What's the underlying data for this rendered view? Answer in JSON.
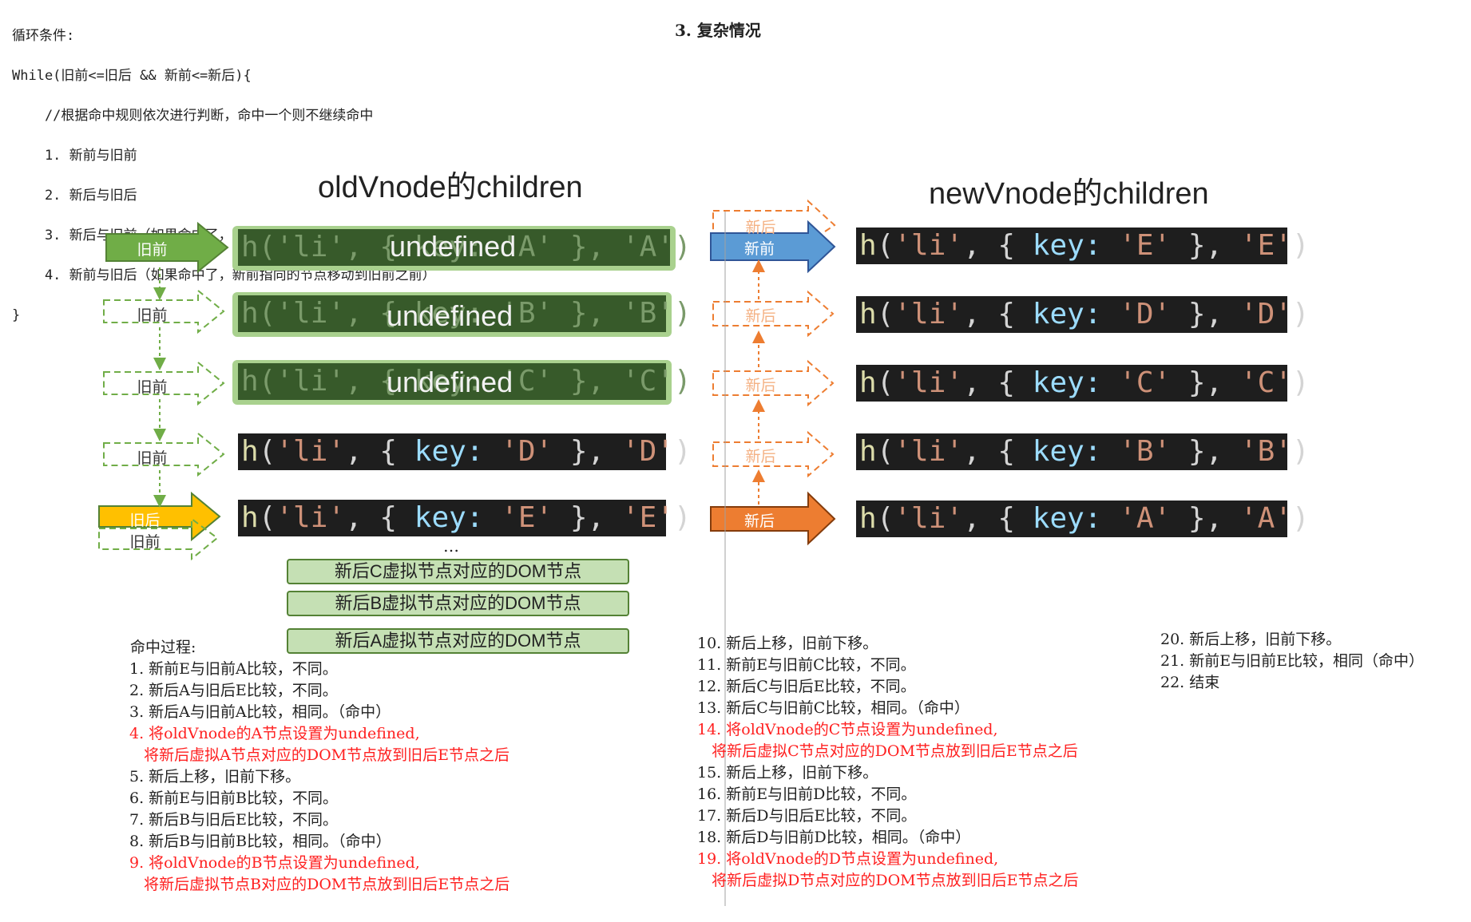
{
  "loop_code": {
    "line1": "循环条件:",
    "line2": "While(旧前<=旧后 && 新前<=新后){",
    "line3": "    //根据命中规则依次进行判断，命中一个则不继续命中",
    "line4": "    1. 新前与旧前",
    "line5": "    2. 新后与旧后",
    "line6": "    3. 新后与旧前（如果命中了，新后指向的节点移动到旧后之后）",
    "line7": "    4. 新前与旧后（如果命中了，新前指向的节点移动到旧前之前）",
    "line8": "}"
  },
  "section_heading": "3. 复杂情况",
  "old_title": "oldVnode的children",
  "new_title": "newVnode的children",
  "undefined_label": "undefined",
  "ellipsis": "…",
  "code_tokens": {
    "h": "h",
    "open": "(",
    "li": "'li'",
    "comma_brace": ", { ",
    "key": "key:",
    "close": " }, ",
    "end": ")"
  },
  "old_keys": [
    "'A'",
    "'B'",
    "'C'",
    "'D'",
    "'E'"
  ],
  "new_keys": [
    "'E'",
    "'D'",
    "'C'",
    "'B'",
    "'A'"
  ],
  "old_labels": {
    "old_start": "旧前",
    "old_start_2": "旧前",
    "old_start_3": "旧前",
    "old_start_4": "旧前",
    "old_end": "旧后",
    "old_start_5": "旧前"
  },
  "new_labels": {
    "new_end_ghost": "新后",
    "new_start": "新前",
    "new_end_2": "新后",
    "new_end_3": "新后",
    "new_end_4": "新后",
    "new_end": "新后"
  },
  "dom_boxes": [
    "新后C虚拟节点对应的DOM节点",
    "新后B虚拟节点对应的DOM节点",
    "新后A虚拟节点对应的DOM节点"
  ],
  "process_title": "命中过程:",
  "steps_col1": [
    {
      "text": "1. 新前E与旧前A比较，不同。",
      "red": false
    },
    {
      "text": "2. 新后A与旧后E比较，不同。",
      "red": false
    },
    {
      "text": "3. 新后A与旧前A比较，相同。（命中）",
      "red": false
    },
    {
      "text": "4. 将oldVnode的A节点设置为undefined,",
      "red": true
    },
    {
      "text": "   将新后虚拟A节点对应的DOM节点放到旧后E节点之后",
      "red": true
    },
    {
      "text": "5. 新后上移，旧前下移。",
      "red": false
    },
    {
      "text": "6. 新前E与旧前B比较，不同。",
      "red": false
    },
    {
      "text": "7. 新后B与旧后E比较，不同。",
      "red": false
    },
    {
      "text": "8. 新后B与旧前B比较，相同。（命中）",
      "red": false
    },
    {
      "text": "9. 将oldVnode的B节点设置为undefined,",
      "red": true
    },
    {
      "text": "   将新后虚拟节点B对应的DOM节点放到旧后E节点之后",
      "red": true
    }
  ],
  "steps_col2": [
    {
      "text": "10. 新后上移，旧前下移。",
      "red": false
    },
    {
      "text": "11. 新前E与旧前C比较，不同。",
      "red": false
    },
    {
      "text": "12. 新后C与旧后E比较，不同。",
      "red": false
    },
    {
      "text": "13. 新后C与旧前C比较，相同。（命中）",
      "red": false
    },
    {
      "text": "14. 将oldVnode的C节点设置为undefined,",
      "red": true
    },
    {
      "text": "   将新后虚拟C节点对应的DOM节点放到旧后E节点之后",
      "red": true
    },
    {
      "text": "15. 新后上移，旧前下移。",
      "red": false
    },
    {
      "text": "16. 新前E与旧前D比较，不同。",
      "red": false
    },
    {
      "text": "17. 新后D与旧后E比较，不同。",
      "red": false
    },
    {
      "text": "18. 新后D与旧前D比较，相同。（命中）",
      "red": false
    },
    {
      "text": "19. 将oldVnode的D节点设置为undefined,",
      "red": true
    },
    {
      "text": "   将新后虚拟D节点对应的DOM节点放到旧后E节点之后",
      "red": true
    }
  ],
  "steps_col3": [
    {
      "text": "20. 新后上移，旧前下移。",
      "red": false
    },
    {
      "text": "21. 新前E与旧前E比较，相同（命中）",
      "red": false
    },
    {
      "text": "22. 结束",
      "red": false
    }
  ],
  "colors": {
    "green_arrow": "#70ad47",
    "green_dark": "#548235",
    "yellow_arrow": "#ffc000",
    "blue_arrow": "#5b9bd5",
    "orange_arrow": "#ed7d31",
    "red_text": "#ff2020"
  }
}
